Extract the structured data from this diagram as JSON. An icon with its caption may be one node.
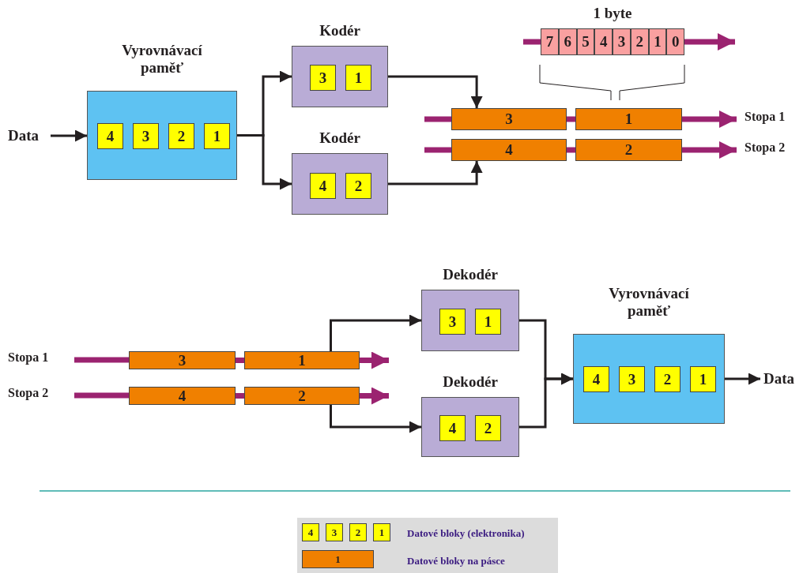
{
  "diagram": {
    "nodes": [
      {
        "text": [
          "Data"
        ]
      },
      {
        "text": [
          "Vyrovnávací paměť"
        ]
      },
      {
        "text": [
          "4"
        ],
        "in": 1
      },
      {
        "text": [
          "3"
        ],
        "in": 1
      },
      {
        "text": [
          "2"
        ],
        "in": 1
      },
      {
        "text": [
          "1"
        ],
        "in": 1
      },
      {
        "text": [
          "Kodér"
        ]
      },
      {
        "text": [
          "3"
        ],
        "in": 6
      },
      {
        "text": [
          "1"
        ],
        "in": 6
      },
      {
        "text": [
          "Kodér"
        ]
      },
      {
        "text": [
          "4"
        ],
        "in": 9
      },
      {
        "text": [
          "2"
        ],
        "in": 9
      },
      {
        "text": [
          "3"
        ]
      },
      {
        "text": [
          "1"
        ]
      },
      {
        "text": [
          "4"
        ]
      },
      {
        "text": [
          "2"
        ]
      },
      {
        "text": [
          "Stopa 1"
        ]
      },
      {
        "text": [
          "Stopa 2"
        ]
      },
      {
        "text": [
          "7"
        ]
      },
      {
        "text": [
          "6"
        ]
      },
      {
        "text": [
          "5"
        ]
      },
      {
        "text": [
          "4"
        ]
      },
      {
        "text": [
          "3"
        ]
      },
      {
        "text": [
          "2"
        ]
      },
      {
        "text": [
          "1"
        ]
      },
      {
        "text": [
          "0"
        ]
      },
      {
        "text": [
          "Stopa 1"
        ]
      },
      {
        "text": [
          "Stopa 2"
        ]
      },
      {
        "text": [
          "3"
        ]
      },
      {
        "text": [
          "1"
        ]
      },
      {
        "text": [
          "4"
        ]
      },
      {
        "text": [
          "2"
        ]
      },
      {
        "text": [
          "Dekodér"
        ]
      },
      {
        "text": [
          "3"
        ],
        "in": 32
      },
      {
        "text": [
          "1"
        ],
        "in": 32
      },
      {
        "text": [
          "Dekodér"
        ]
      },
      {
        "text": [
          "4"
        ],
        "in": 35
      },
      {
        "text": [
          "2"
        ],
        "in": 35
      },
      {
        "text": [
          "Vyrovnávací paměť"
        ]
      },
      {
        "text": [
          "4"
        ],
        "in": 38
      },
      {
        "text": [
          "3"
        ],
        "in": 38
      },
      {
        "text": [
          "2"
        ],
        "in": 38
      },
      {
        "text": [
          "1"
        ],
        "in": 38
      },
      {
        "text": [
          "Data"
        ]
      }
    ],
    "edges": [
      {
        "from": 0,
        "to": 1,
        "arrow": "to",
        "color": "#231f20"
      },
      {
        "from": 1,
        "to": 6,
        "arrow": "to",
        "color": "#231f20"
      },
      {
        "from": 1,
        "to": 9,
        "arrow": "to",
        "color": "#231f20"
      },
      {
        "from": 6,
        "to": 12,
        "arrow": "to",
        "color": "#231f20"
      },
      {
        "from": 9,
        "to": 14,
        "arrow": "to",
        "color": "#231f20"
      },
      {
        "from": null,
        "to": 12,
        "arrow": "none"
      },
      {
        "from": 12,
        "to": 13,
        "arrow": "none"
      },
      {
        "from": 13,
        "to": 16,
        "arrow": "to"
      },
      {
        "from": null,
        "to": 14,
        "arrow": "none"
      },
      {
        "from": 14,
        "to": 15,
        "arrow": "none"
      },
      {
        "from": 15,
        "to": 17,
        "arrow": "to"
      },
      {
        "from": null,
        "to": 18,
        "arrow": "none"
      },
      {
        "from": 25,
        "to": null,
        "arrow": "to"
      },
      {
        "from": 26,
        "to": 28,
        "arrow": "none"
      },
      {
        "from": 28,
        "to": 29,
        "arrow": "none"
      },
      {
        "from": 29,
        "to": null,
        "arrow": "to"
      },
      {
        "from": 27,
        "to": 30,
        "arrow": "none"
      },
      {
        "from": 30,
        "to": 31,
        "arrow": "none"
      },
      {
        "from": 31,
        "to": null,
        "arrow": "to"
      },
      {
        "from": 29,
        "to": 32,
        "arrow": "to",
        "color": "#231f20"
      },
      {
        "from": 31,
        "to": 35,
        "arrow": "to",
        "color": "#231f20"
      },
      {
        "from": 32,
        "to": 38,
        "arrow": "to",
        "color": "#231f20"
      },
      {
        "from": 35,
        "to": 38,
        "arrow": "to",
        "color": "#231f20"
      },
      {
        "from": 38,
        "to": 43,
        "arrow": "to",
        "color": "#231f20"
      }
    ],
    "labels": [
      "1 byte",
      "4",
      "3",
      "2",
      "1",
      "1"
    ],
    "legend": [
      {
        "text": "Datové bloky (elektronika)"
      },
      {
        "text": "Datové bloky na pásce"
      }
    ]
  }
}
